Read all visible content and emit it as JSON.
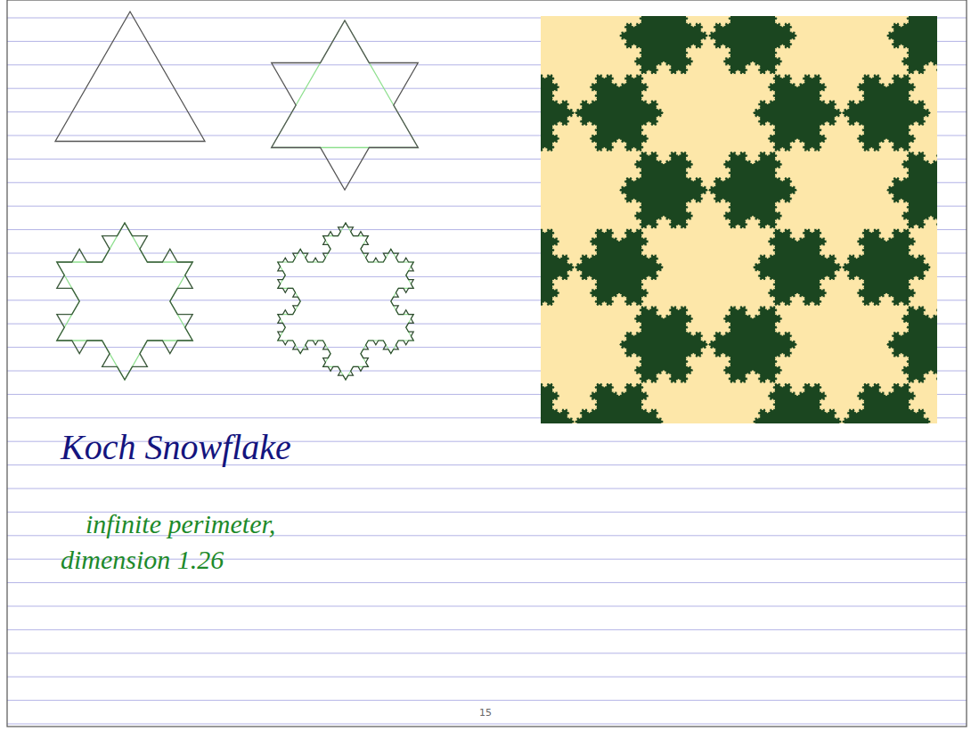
{
  "diagram": {
    "title": "Koch Snowflake",
    "labels": [
      "infinite perimeter, dimension 1.26",
      "15"
    ]
  }
}
